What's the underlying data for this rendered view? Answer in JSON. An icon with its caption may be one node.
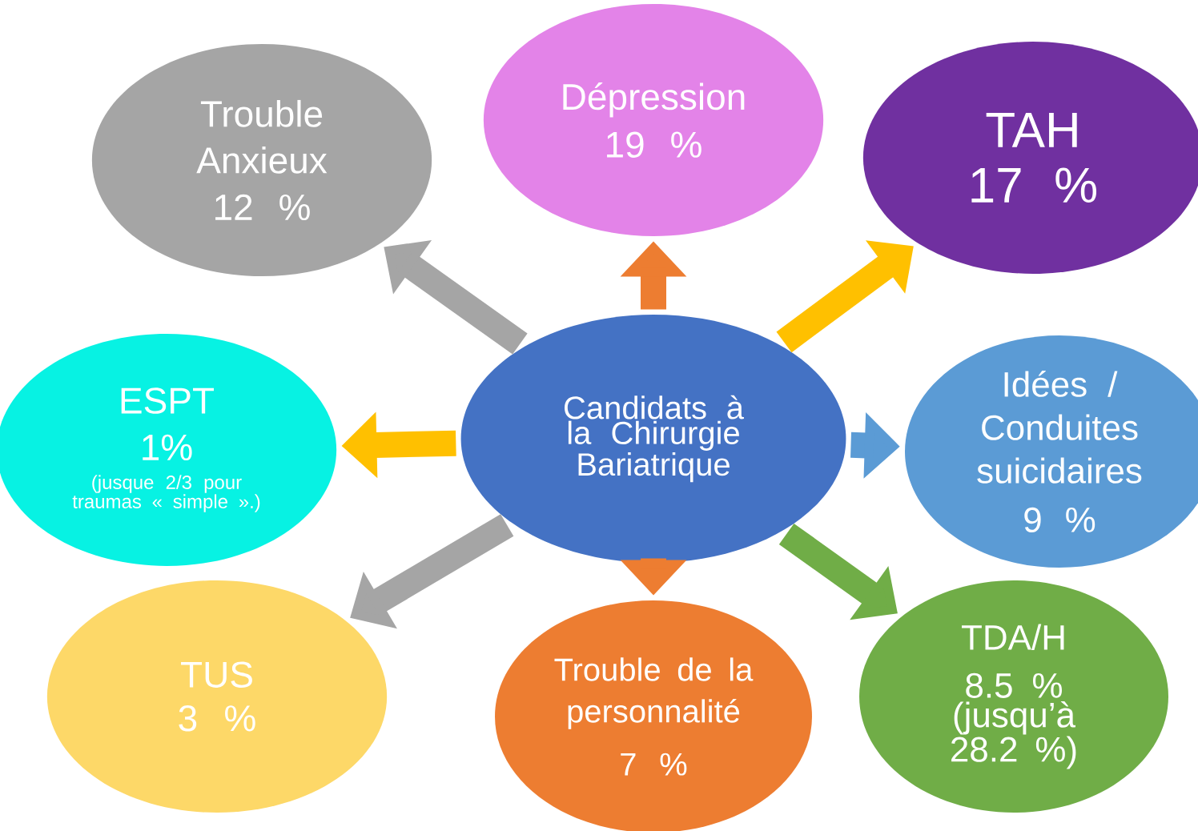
{
  "diagram": {
    "nodes": [
      {
        "text": [
          "Candidats à la Chirurgie Bariatrique"
        ]
      },
      {
        "text": [
          "Trouble Anxieux",
          "12 %"
        ]
      },
      {
        "text": [
          "Dépression",
          "19 %"
        ]
      },
      {
        "text": [
          "TAH",
          "17 %"
        ]
      },
      {
        "text": [
          "ESPT",
          "1%",
          "(jusque 2/3 pour traumas « simple ».)"
        ]
      },
      {
        "text": [
          "Idées / Conduites suicidaires",
          "9 %"
        ]
      },
      {
        "text": [
          "TUS",
          "3 %"
        ]
      },
      {
        "text": [
          "Trouble de la personnalité",
          "7 %"
        ]
      },
      {
        "text": [
          "TDA/H",
          "8.5 %",
          "(jusqu’à 28.2 %)"
        ]
      }
    ],
    "edges": [
      {
        "from": 0,
        "to": 1,
        "arrow": "to",
        "color": "#a5a5a5"
      },
      {
        "from": 0,
        "to": 2,
        "arrow": "to",
        "color": "#ed7d31"
      },
      {
        "from": 0,
        "to": 3,
        "arrow": "to",
        "color": "#ffc000"
      },
      {
        "from": 0,
        "to": 4,
        "arrow": "to",
        "color": "#ffc000"
      },
      {
        "from": 0,
        "to": 5,
        "arrow": "to",
        "color": "#5b9bd5"
      },
      {
        "from": 0,
        "to": 6,
        "arrow": "to",
        "color": "#a5a5a5"
      },
      {
        "from": 0,
        "to": 7,
        "arrow": "to",
        "color": "#ed7d31"
      },
      {
        "from": 0,
        "to": 8,
        "arrow": "to",
        "color": "#70ad47"
      }
    ]
  }
}
